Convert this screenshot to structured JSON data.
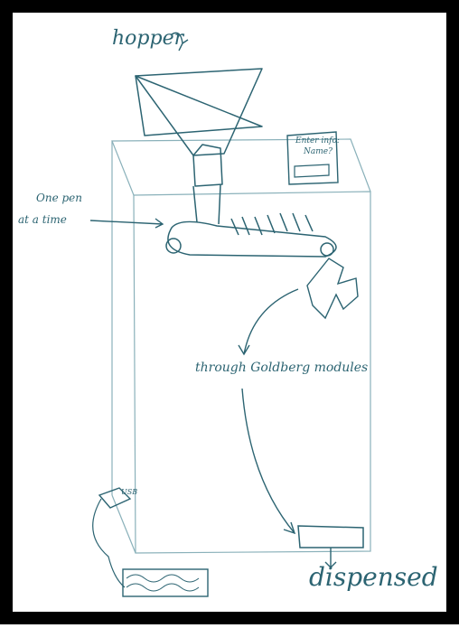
{
  "colors": {
    "ink": "#2c6472",
    "box_line": "#8ab1ba",
    "frame": "#000000",
    "paper": "#ffffff"
  },
  "labels": {
    "hopper": "hopper",
    "one_pen_line1": "One pen",
    "one_pen_line2": "at a time",
    "through": "through Goldberg modules",
    "dispensed": "dispensed",
    "usb": "USB"
  },
  "screen": {
    "line1": "Enter info:",
    "line2": "Name?"
  }
}
